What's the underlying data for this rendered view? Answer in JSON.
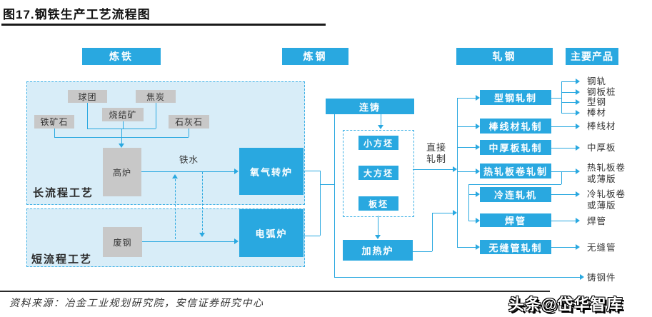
{
  "title": "图17.钢铁生产工艺流程图",
  "stages": {
    "ironmaking": "炼铁",
    "steelmaking": "炼钢",
    "rolling": "轧钢",
    "main_products": "主要产品"
  },
  "long_process": {
    "label": "长流程工艺",
    "pellet": "球团",
    "coke": "焦炭",
    "sinter": "烧结矿",
    "iron_ore": "铁矿石",
    "limestone": "石灰石",
    "blast_furnace": "高炉",
    "hot_metal": "铁水",
    "bof": "氧气转炉"
  },
  "short_process": {
    "label": "短流程工艺",
    "scrap": "废钢",
    "eaf": "电弧炉"
  },
  "casting": {
    "continuous_casting": "连铸",
    "billet": "小方坯",
    "bloom": "大方坯",
    "slab": "板坯",
    "reheating_furnace": "加热炉",
    "direct_rolling": "直接轧制"
  },
  "mills": [
    "型钢轧制",
    "棒线材轧制",
    "中厚板轧制",
    "热轧板卷轧制",
    "冷连轧机",
    "焊管",
    "无缝管轧制"
  ],
  "products": [
    "钢轨",
    "钢板桩",
    "型钢",
    "棒材",
    "棒线材",
    "中厚板",
    "热轧板卷或薄版",
    "冷轧板卷或薄版",
    "焊管",
    "无缝管",
    "铸钢件"
  ],
  "source": "资料来源：冶金工业规划研究院，安信证券研究中心",
  "watermark": "头条@岱华智库",
  "colors": {
    "accent": "#29a8e0",
    "panel_fill": "#d8edf8",
    "gray_box": "#c8c8c8"
  }
}
